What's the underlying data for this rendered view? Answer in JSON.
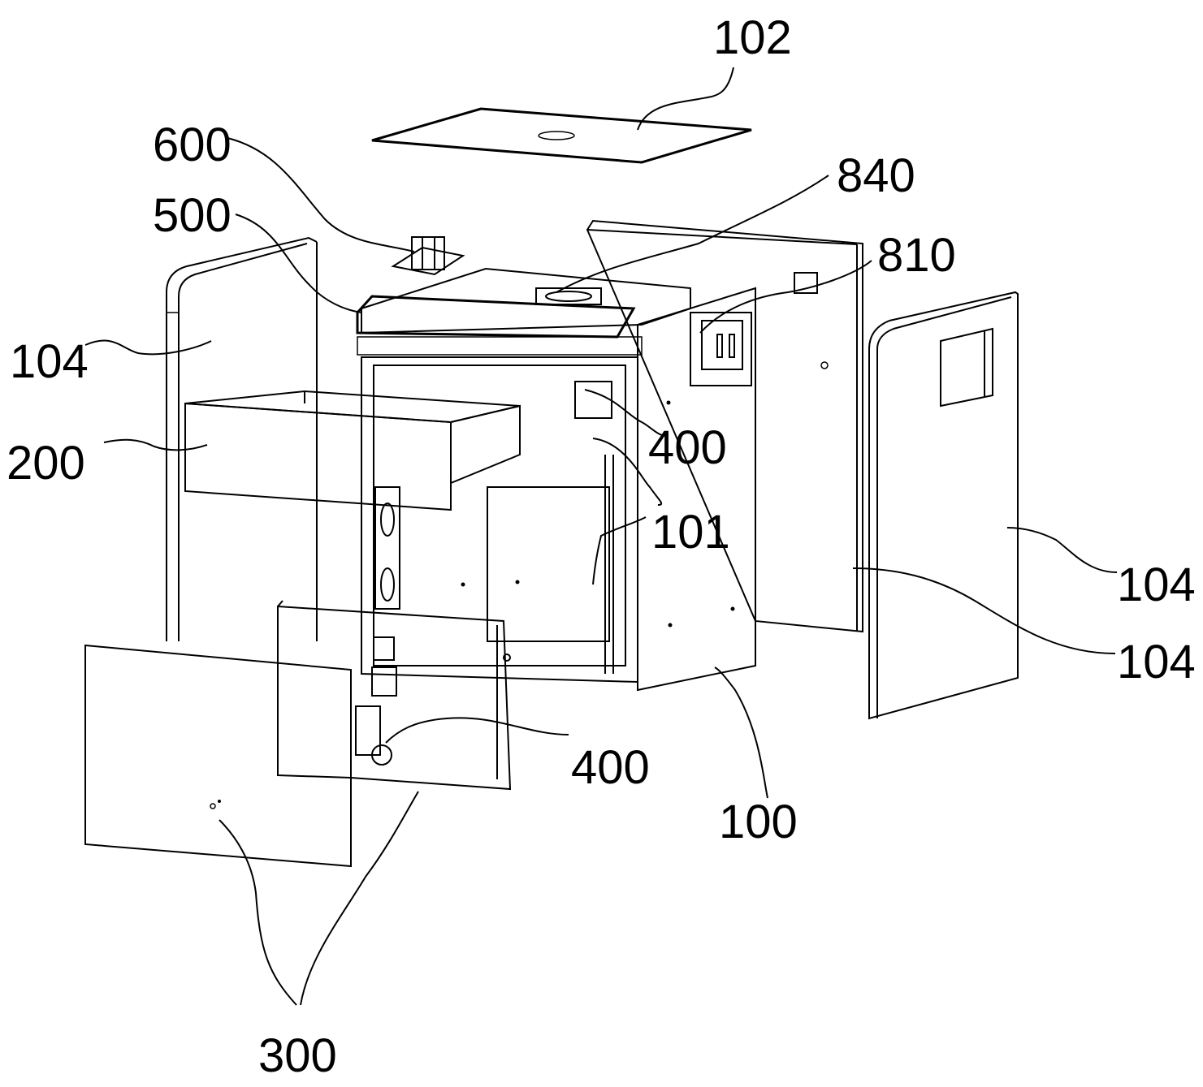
{
  "figure": {
    "type": "exploded-view patent drawing",
    "labels": [
      {
        "id": "label-102",
        "text": "102",
        "part": "top cover plate"
      },
      {
        "id": "label-600",
        "text": "600",
        "part": "top module"
      },
      {
        "id": "label-500",
        "text": "500",
        "part": "control panel"
      },
      {
        "id": "label-840",
        "text": "840",
        "part": "top fitting"
      },
      {
        "id": "label-810",
        "text": "810",
        "part": "side socket"
      },
      {
        "id": "label-104-left",
        "text": "104",
        "part": "left side panel"
      },
      {
        "id": "label-200",
        "text": "200",
        "part": "drawer"
      },
      {
        "id": "label-400-upper",
        "text": "400",
        "part": "upper component"
      },
      {
        "id": "label-101",
        "text": "101",
        "part": "inner cavity"
      },
      {
        "id": "label-104-right-front",
        "text": "104",
        "part": "right outer panel"
      },
      {
        "id": "label-104-right-back",
        "text": "104",
        "part": "rear panel"
      },
      {
        "id": "label-400-lower",
        "text": "400",
        "part": "lower component"
      },
      {
        "id": "label-100",
        "text": "100",
        "part": "main body"
      },
      {
        "id": "label-300",
        "text": "300",
        "part": "front door assembly"
      }
    ]
  }
}
